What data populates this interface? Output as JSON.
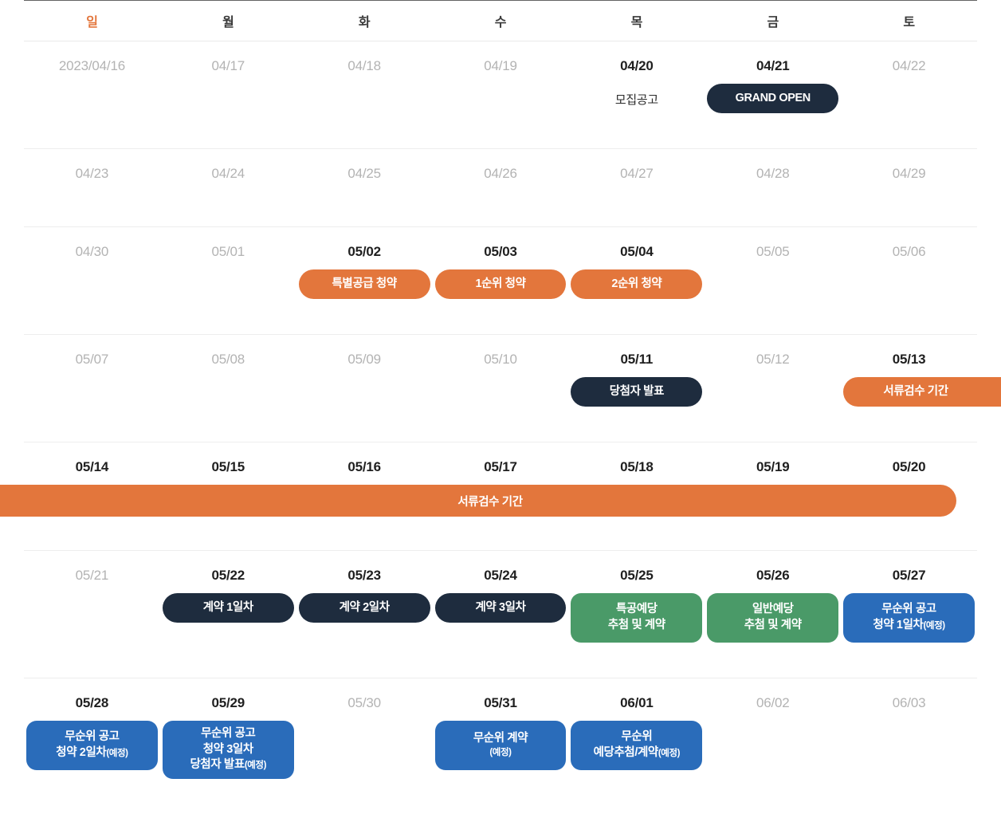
{
  "weekdays": [
    {
      "label": "일",
      "kind": "sun"
    },
    {
      "label": "월",
      "kind": "day"
    },
    {
      "label": "화",
      "kind": "day"
    },
    {
      "label": "수",
      "kind": "day"
    },
    {
      "label": "목",
      "kind": "day"
    },
    {
      "label": "금",
      "kind": "day"
    },
    {
      "label": "토",
      "kind": "day"
    }
  ],
  "colors": {
    "navy": "#1e2c3e",
    "orange": "#e3763c",
    "green": "#4a9a68",
    "blue": "#2a6cba",
    "sunday_label": "#e3763c",
    "date_inactive": "#b3b3b3",
    "date_active": "#1f1f1f"
  },
  "weeks": [
    {
      "dates": [
        {
          "text": "2023/04/16",
          "active": false
        },
        {
          "text": "04/17",
          "active": false
        },
        {
          "text": "04/18",
          "active": false
        },
        {
          "text": "04/19",
          "active": false
        },
        {
          "text": "04/20",
          "active": true
        },
        {
          "text": "04/21",
          "active": true
        },
        {
          "text": "04/22",
          "active": false
        }
      ],
      "events": [
        null,
        null,
        null,
        null,
        {
          "label": "모집공고",
          "style": "note"
        },
        {
          "label": "GRAND OPEN",
          "style": "navy"
        },
        null
      ]
    },
    {
      "dates": [
        {
          "text": "04/23",
          "active": false
        },
        {
          "text": "04/24",
          "active": false
        },
        {
          "text": "04/25",
          "active": false
        },
        {
          "text": "04/26",
          "active": false
        },
        {
          "text": "04/27",
          "active": false
        },
        {
          "text": "04/28",
          "active": false
        },
        {
          "text": "04/29",
          "active": false
        }
      ],
      "events": [
        null,
        null,
        null,
        null,
        null,
        null,
        null
      ]
    },
    {
      "dates": [
        {
          "text": "04/30",
          "active": false
        },
        {
          "text": "05/01",
          "active": false
        },
        {
          "text": "05/02",
          "active": true
        },
        {
          "text": "05/03",
          "active": true
        },
        {
          "text": "05/04",
          "active": true
        },
        {
          "text": "05/05",
          "active": false
        },
        {
          "text": "05/06",
          "active": false
        }
      ],
      "events": [
        null,
        null,
        {
          "label": "특별공급 청약",
          "style": "orange"
        },
        {
          "label": "1순위 청약",
          "style": "orange"
        },
        {
          "label": "2순위 청약",
          "style": "orange"
        },
        null,
        null
      ]
    },
    {
      "dates": [
        {
          "text": "05/07",
          "active": false
        },
        {
          "text": "05/08",
          "active": false
        },
        {
          "text": "05/09",
          "active": false
        },
        {
          "text": "05/10",
          "active": false
        },
        {
          "text": "05/11",
          "active": true
        },
        {
          "text": "05/12",
          "active": false
        },
        {
          "text": "05/13",
          "active": true
        }
      ],
      "events": [
        null,
        null,
        null,
        null,
        {
          "label": "당첨자 발표",
          "style": "navy"
        },
        null,
        {
          "label": "서류검수 기간",
          "style": "orange",
          "open_right": true
        }
      ]
    },
    {
      "dates": [
        {
          "text": "05/14",
          "active": true
        },
        {
          "text": "05/15",
          "active": true
        },
        {
          "text": "05/16",
          "active": true
        },
        {
          "text": "05/17",
          "active": true
        },
        {
          "text": "05/18",
          "active": true
        },
        {
          "text": "05/19",
          "active": true
        },
        {
          "text": "05/20",
          "active": true
        }
      ],
      "fullbar": {
        "label": "서류검수 기간",
        "style": "orange"
      },
      "events": [
        null,
        null,
        null,
        null,
        null,
        null,
        null
      ]
    },
    {
      "dates": [
        {
          "text": "05/21",
          "active": false
        },
        {
          "text": "05/22",
          "active": true
        },
        {
          "text": "05/23",
          "active": true
        },
        {
          "text": "05/24",
          "active": true
        },
        {
          "text": "05/25",
          "active": true
        },
        {
          "text": "05/26",
          "active": true
        },
        {
          "text": "05/27",
          "active": true
        }
      ],
      "events": [
        null,
        {
          "label": "계약 1일차",
          "style": "navy"
        },
        {
          "label": "계약 2일차",
          "style": "navy"
        },
        {
          "label": "계약 3일차",
          "style": "navy"
        },
        {
          "lines": [
            "특공예당",
            "추첨 및 계약"
          ],
          "style": "green"
        },
        {
          "lines": [
            "일반예당",
            "추첨 및 계약"
          ],
          "style": "green"
        },
        {
          "lines": [
            "무순위 공고",
            "청약 1일차"
          ],
          "suffix": "(예정)",
          "style": "blue"
        }
      ]
    },
    {
      "dates": [
        {
          "text": "05/28",
          "active": true
        },
        {
          "text": "05/29",
          "active": true
        },
        {
          "text": "05/30",
          "active": false
        },
        {
          "text": "05/31",
          "active": true
        },
        {
          "text": "06/01",
          "active": true
        },
        {
          "text": "06/02",
          "active": false
        },
        {
          "text": "06/03",
          "active": false
        }
      ],
      "events": [
        {
          "lines": [
            "무순위 공고",
            "청약 2일차"
          ],
          "suffix": "(예정)",
          "style": "blue"
        },
        {
          "lines": [
            "무순위 공고",
            "청약 3일차",
            "당첨자 발표"
          ],
          "suffix": "(예정)",
          "style": "blue",
          "tall": true
        },
        null,
        {
          "lines": [
            "무순위 계약"
          ],
          "sub_lines": [
            "(예정)"
          ],
          "style": "blue"
        },
        {
          "lines": [
            "무순위",
            "예당추첨/계약"
          ],
          "suffix": "(예정)",
          "style": "blue"
        },
        null,
        null
      ]
    }
  ]
}
